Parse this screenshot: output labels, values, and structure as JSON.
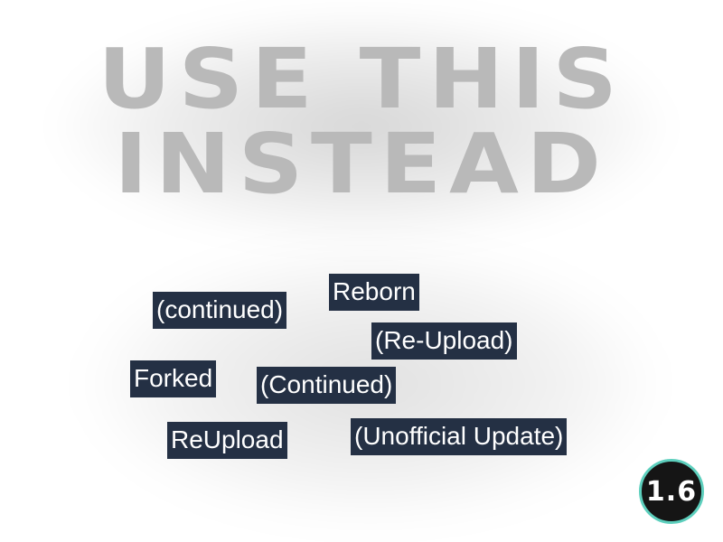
{
  "headline": {
    "line1": "USE THIS",
    "line2": "INSTEAD",
    "color": "#b9b9b9"
  },
  "tags": [
    "(continued)",
    "Reborn",
    "(Re-Upload)",
    "Forked",
    "(Continued)",
    "ReUpload",
    "(Unofficial Update)"
  ],
  "badge": {
    "label": "1.6",
    "background": "#151515",
    "border": "#5dcfbd"
  },
  "colors": {
    "tag_background": "#243044",
    "tag_text": "#ffffff",
    "page_background": "#ffffff"
  }
}
